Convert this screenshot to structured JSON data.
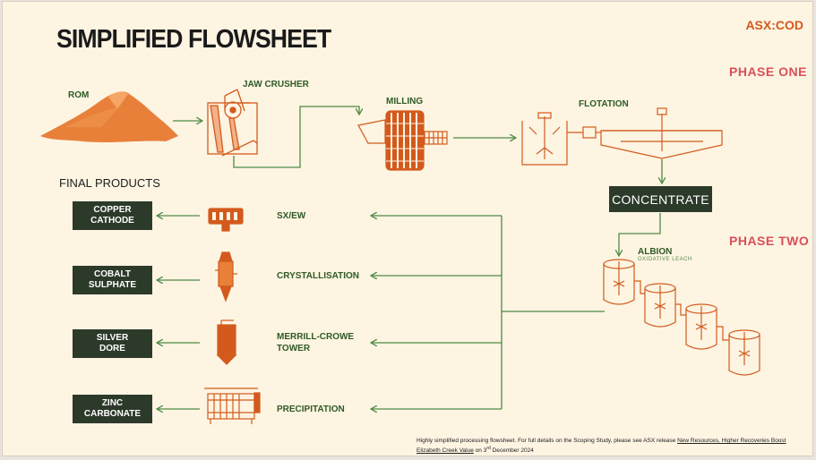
{
  "title": "SIMPLIFIED FLOWSHEET",
  "ticker": "ASX:COD",
  "phase_one": "PHASE ONE",
  "phase_two": "PHASE TWO",
  "stages": {
    "rom": "ROM",
    "jaw_crusher": "JAW CRUSHER",
    "milling": "MILLING",
    "flotation": "FLOTATION",
    "concentrate": "CONCENTRATE",
    "albion": "ALBION",
    "albion_sub": "OXIDATIVE LEACH"
  },
  "final_products_title": "FINAL PRODUCTS",
  "processes": [
    {
      "process": "SX/EW",
      "product": [
        "COPPER",
        "CATHODE"
      ]
    },
    {
      "process": "CRYSTALLISATION",
      "product": [
        "COBALT",
        "SULPHATE"
      ]
    },
    {
      "process": [
        "MERRILL-CROWE",
        "TOWER"
      ],
      "product": [
        "SILVER",
        "DORE"
      ]
    },
    {
      "process": "PRECIPITATION",
      "product": [
        "ZINC",
        "CARBONATE"
      ]
    }
  ],
  "footnote": {
    "text1": "Highly simplified processing flowsheet. For full details on the Scoping Study, please see ASX release ",
    "link": "New Resources, Higher Recoveries Boost Elizabeth Creek Value",
    "text2": " on 3",
    "sup": "rd",
    "text3": " December 2024"
  },
  "colors": {
    "background": "#fdf4e2",
    "accent_orange": "#d35a1c",
    "ore": "#e8803a",
    "line_green": "#4f8a45",
    "dark_box": "#2c3a2a",
    "label_green": "#2f5a26",
    "phase_red": "#d94f5a"
  }
}
